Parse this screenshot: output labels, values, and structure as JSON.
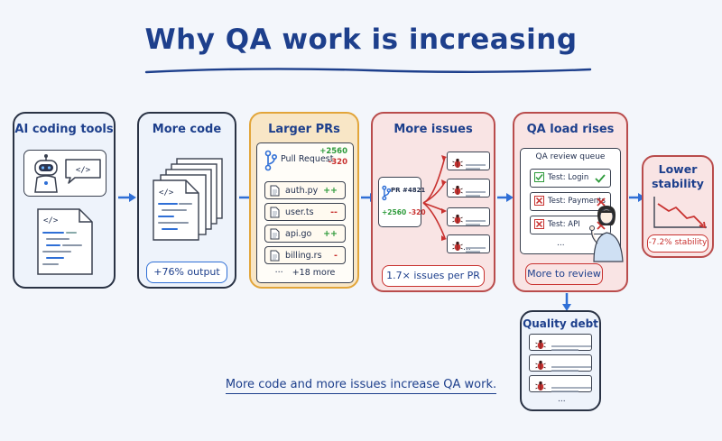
{
  "title": "Why QA work is increasing",
  "stages": {
    "ai_tools": {
      "title": "AI coding tools"
    },
    "more_code": {
      "title": "More code",
      "badge": "+76% output"
    },
    "larger_prs": {
      "title": "Larger PRs",
      "pr_label": "Pull Request",
      "additions": "+2560",
      "deletions": "-320",
      "files": [
        {
          "name": "auth.py",
          "diff": "++",
          "kind": "add"
        },
        {
          "name": "user.ts",
          "diff": "--",
          "kind": "del"
        },
        {
          "name": "api.go",
          "diff": "++",
          "kind": "add"
        },
        {
          "name": "billing.rs",
          "diff": "-",
          "kind": "del"
        }
      ],
      "more_files": "+18 more",
      "ellipsis": "···"
    },
    "more_issues": {
      "title": "More issues",
      "pr_number": "PR #4821",
      "additions": "+2560",
      "deletions": "-320",
      "ellipsis": "...",
      "badge": "1.7× issues per PR"
    },
    "qa_load": {
      "title": "QA load rises",
      "queue_title": "QA review queue",
      "tests": [
        {
          "label": "Test: Login",
          "status": "pass"
        },
        {
          "label": "Test: Payments",
          "status": "fail"
        },
        {
          "label": "Test: API",
          "status": "fail"
        }
      ],
      "ellipsis": "...",
      "badge": "More to review"
    },
    "lower_stability": {
      "title_line1": "Lower",
      "title_line2": "stability",
      "badge": "-7.2% stability"
    },
    "quality_debt": {
      "title": "Quality debt",
      "ellipsis": "..."
    }
  },
  "caption": "More code and more issues increase QA work.",
  "colors": {
    "accent_blue": "#1d3f8c",
    "arrow_blue": "#2f6fd6",
    "pr_panel": "#f8e6c6",
    "issue_panel": "#f9e4e4",
    "red": "#c8312f",
    "green": "#2d9a3a"
  }
}
